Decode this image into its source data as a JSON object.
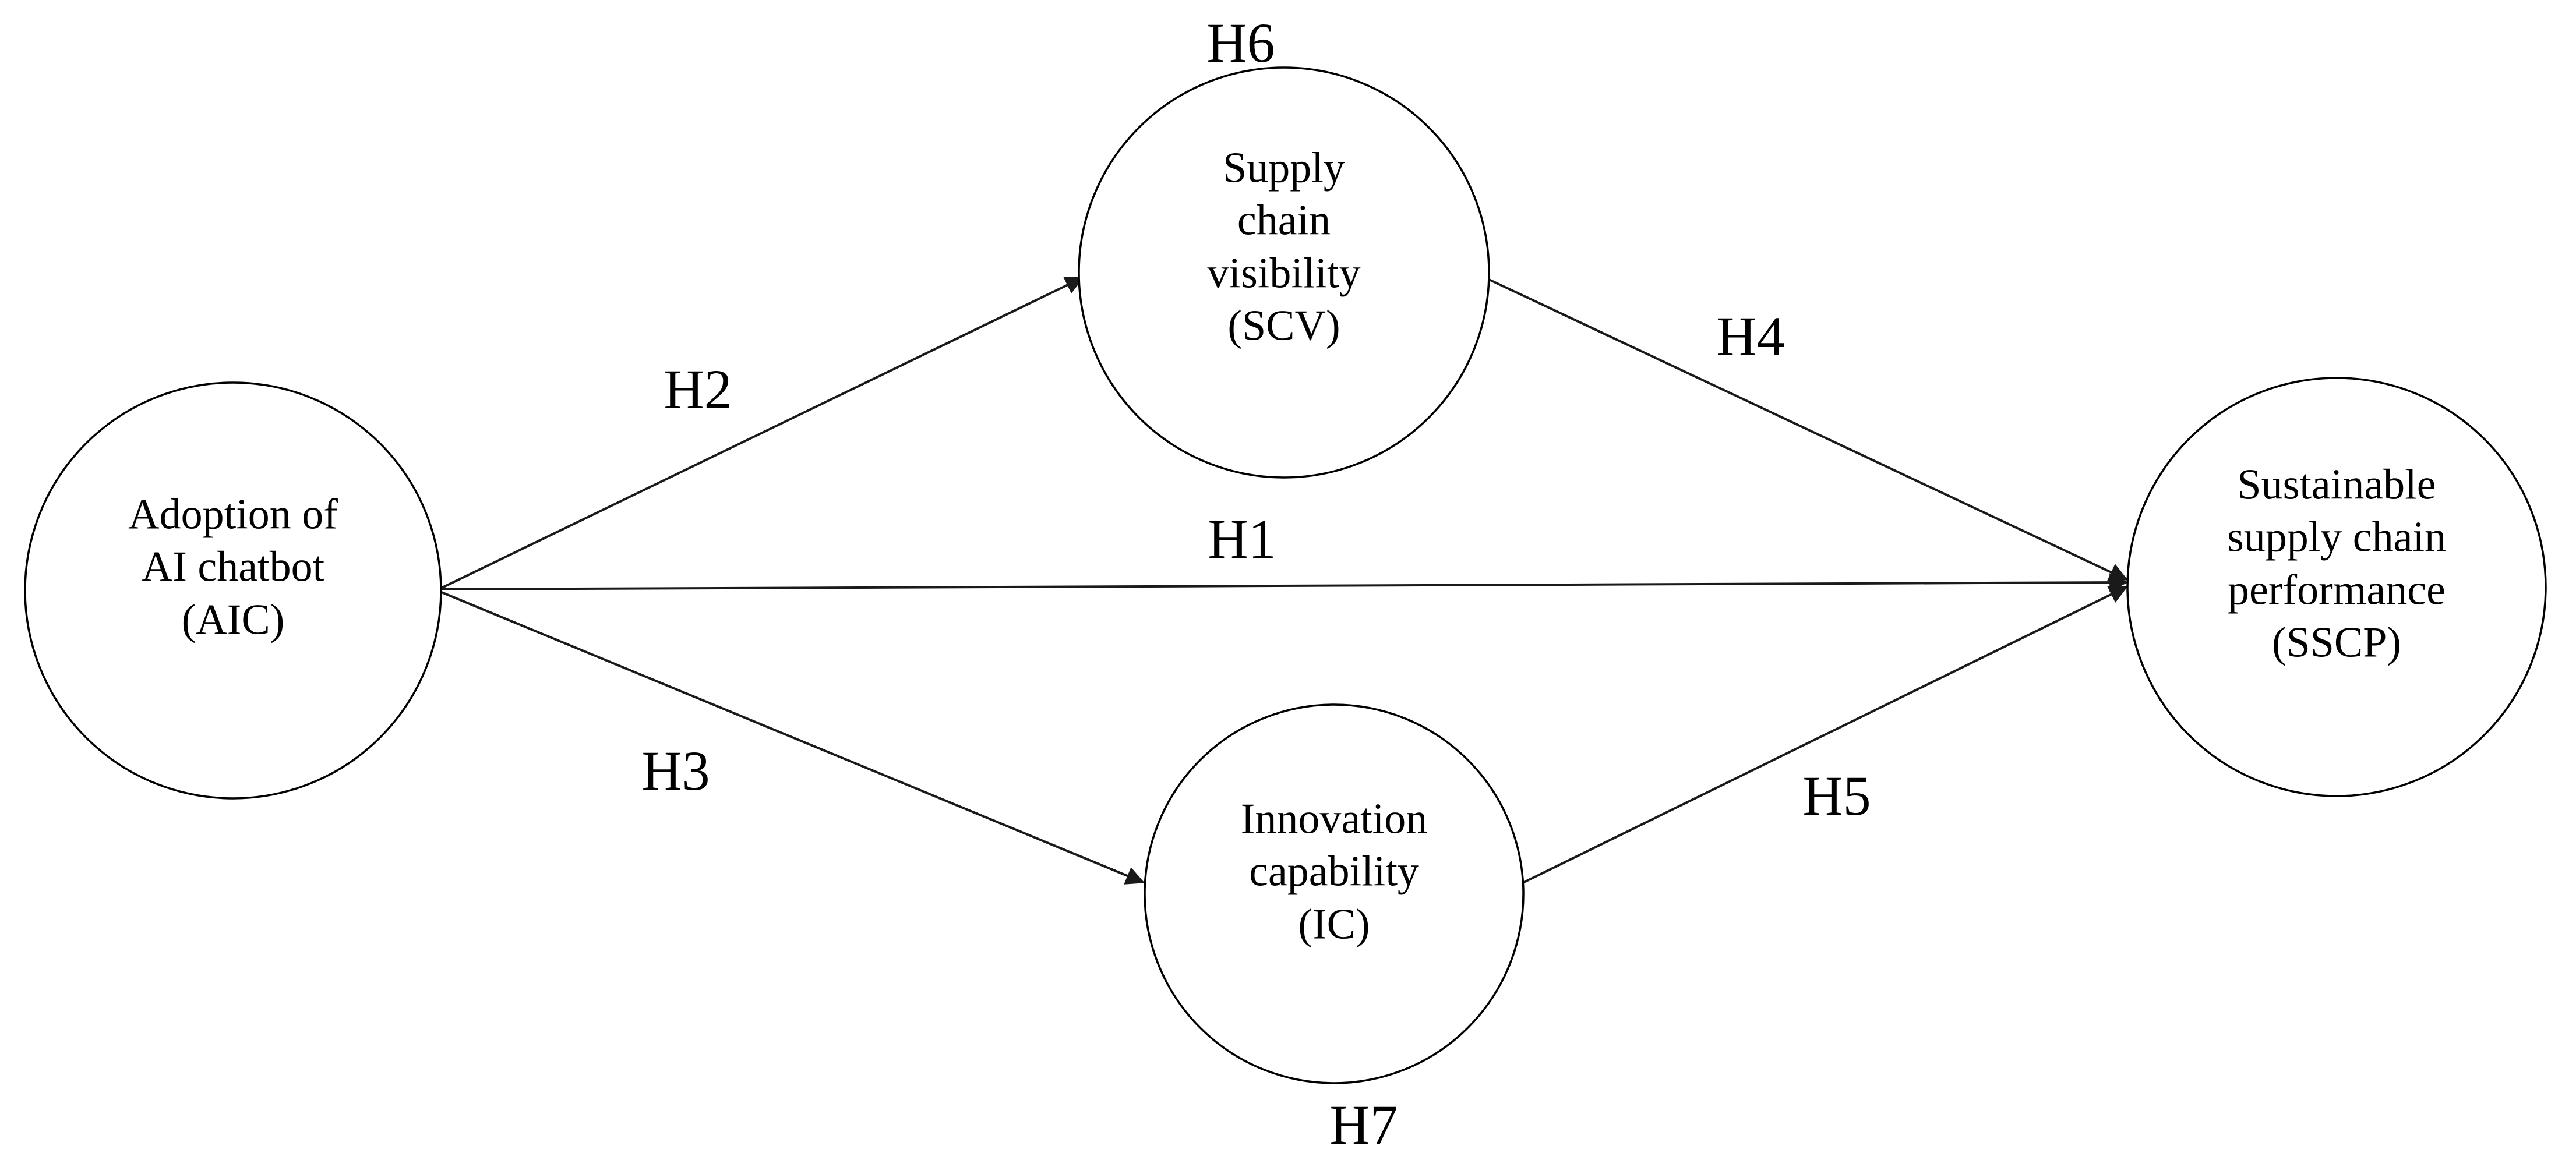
{
  "diagram": {
    "background_color": "#ffffff",
    "stroke_color": "#000000",
    "nodes": {
      "aic": {
        "id": "AIC",
        "label": "Adoption of\nAI chatbot\n(AIC)"
      },
      "scv": {
        "id": "SCV",
        "label": "Supply\nchain\nvisibility\n(SCV)"
      },
      "ic": {
        "id": "IC",
        "label": "Innovation\ncapability\n(IC)"
      },
      "sscp": {
        "id": "SSCP",
        "label": "Sustainable\nsupply chain\nperformance\n(SSCP)"
      }
    },
    "hypotheses": {
      "h1": {
        "label": "H1",
        "from": "AIC",
        "to": "SSCP"
      },
      "h2": {
        "label": "H2",
        "from": "AIC",
        "to": "SCV"
      },
      "h3": {
        "label": "H3",
        "from": "AIC",
        "to": "IC"
      },
      "h4": {
        "label": "H4",
        "from": "SCV",
        "to": "SSCP"
      },
      "h5": {
        "label": "H5",
        "from": "IC",
        "to": "SSCP"
      },
      "h6": {
        "label": "H6",
        "position": "above-SCV"
      },
      "h7": {
        "label": "H7",
        "position": "below-IC"
      }
    }
  }
}
